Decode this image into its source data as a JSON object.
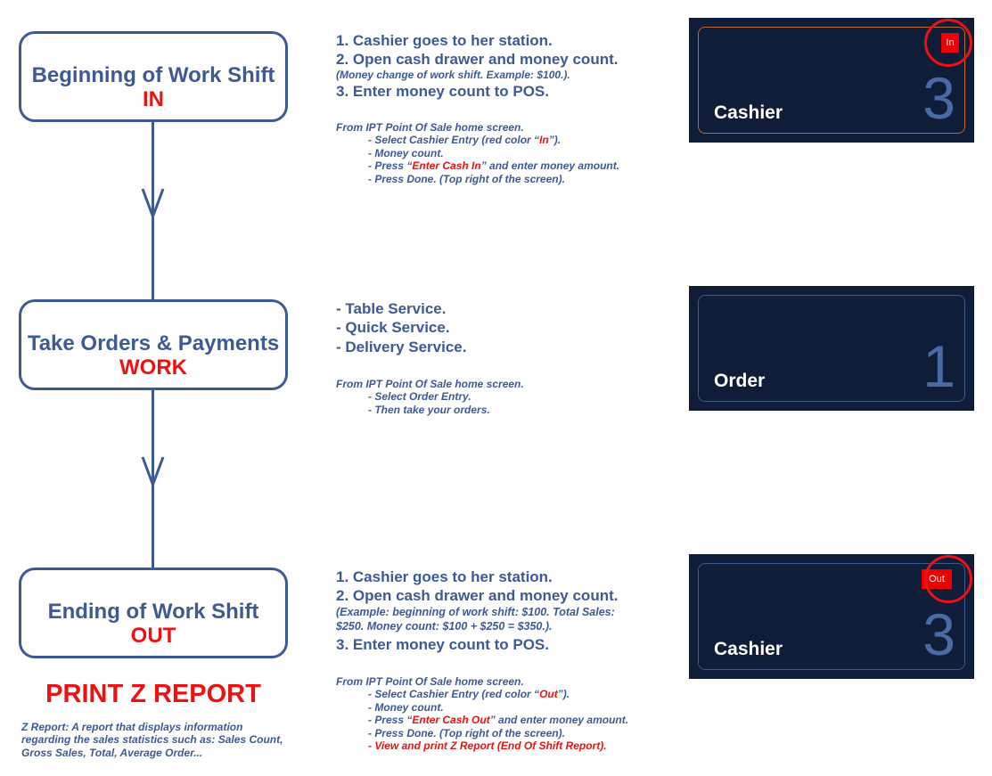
{
  "flow": {
    "in": {
      "title": "Beginning of Work Shift",
      "sub": "IN"
    },
    "work": {
      "title": "Take Orders & Payments",
      "sub": "WORK"
    },
    "out": {
      "title": "Ending of Work Shift",
      "sub": "OUT"
    }
  },
  "section_in": {
    "step1": "1. Cashier goes to her station.",
    "step2": "2. Open cash drawer and money count.",
    "note": "(Money change of work shift. Example: $100.).",
    "step3": "3. Enter money count to POS.",
    "howto_head": "From IPT Point Of Sale home screen.",
    "item1_pre": "- Select Cashier Entry (red color “",
    "item1_red": "In",
    "item1_post": "”).",
    "item2": "- Money count.",
    "item3_pre": "- Press “",
    "item3_red": "Enter Cash In",
    "item3_post": "” and enter money amount.",
    "item4": "- Press Done. (Top right of the screen)."
  },
  "section_work": {
    "line1": "- Table Service.",
    "line2": "- Quick Service.",
    "line3": "- Delivery Service.",
    "howto_head": "From IPT Point Of Sale home screen.",
    "item1": "- Select Order Entry.",
    "item2": "- Then take your orders."
  },
  "section_out": {
    "step1": "1. Cashier goes to her station.",
    "step2": "2. Open cash drawer and money count.",
    "note1": "(Example: beginning of work shift: $100. Total Sales:",
    "note2": "$250. Money count: $100 + $250 = $350.).",
    "step3": "3. Enter money count to POS.",
    "howto_head": "From IPT Point Of Sale home screen.",
    "item1_pre": "- Select Cashier Entry (red color “",
    "item1_red": "Out",
    "item1_post": "”).",
    "item2": "- Money count.",
    "item3_pre": "- Press “",
    "item3_red": "Enter Cash Out",
    "item3_post": "” and enter money amount.",
    "item4": "- Press Done. (Top right of the screen).",
    "item5": "- View and print Z Report (End Of Shift Report)."
  },
  "print_z": {
    "title": "PRINT Z REPORT",
    "desc": "Z Report: A report that displays information regarding the sales statistics such as: Sales Count, Gross Sales, Total, Average Order..."
  },
  "tiles": {
    "cashier_in": {
      "label": "Cashier",
      "number": "3",
      "badge": "In"
    },
    "order": {
      "label": "Order",
      "number": "1"
    },
    "cashier_out": {
      "label": "Cashier",
      "number": "3",
      "badge": "Out"
    }
  },
  "colors": {
    "flow_blue": "#3d5a95",
    "accent_red": "#ee1111",
    "tile_bg": "#0f1d38",
    "tile_border_orange": "#c06a2a",
    "tile_border_blue": "#3a5a8a"
  }
}
